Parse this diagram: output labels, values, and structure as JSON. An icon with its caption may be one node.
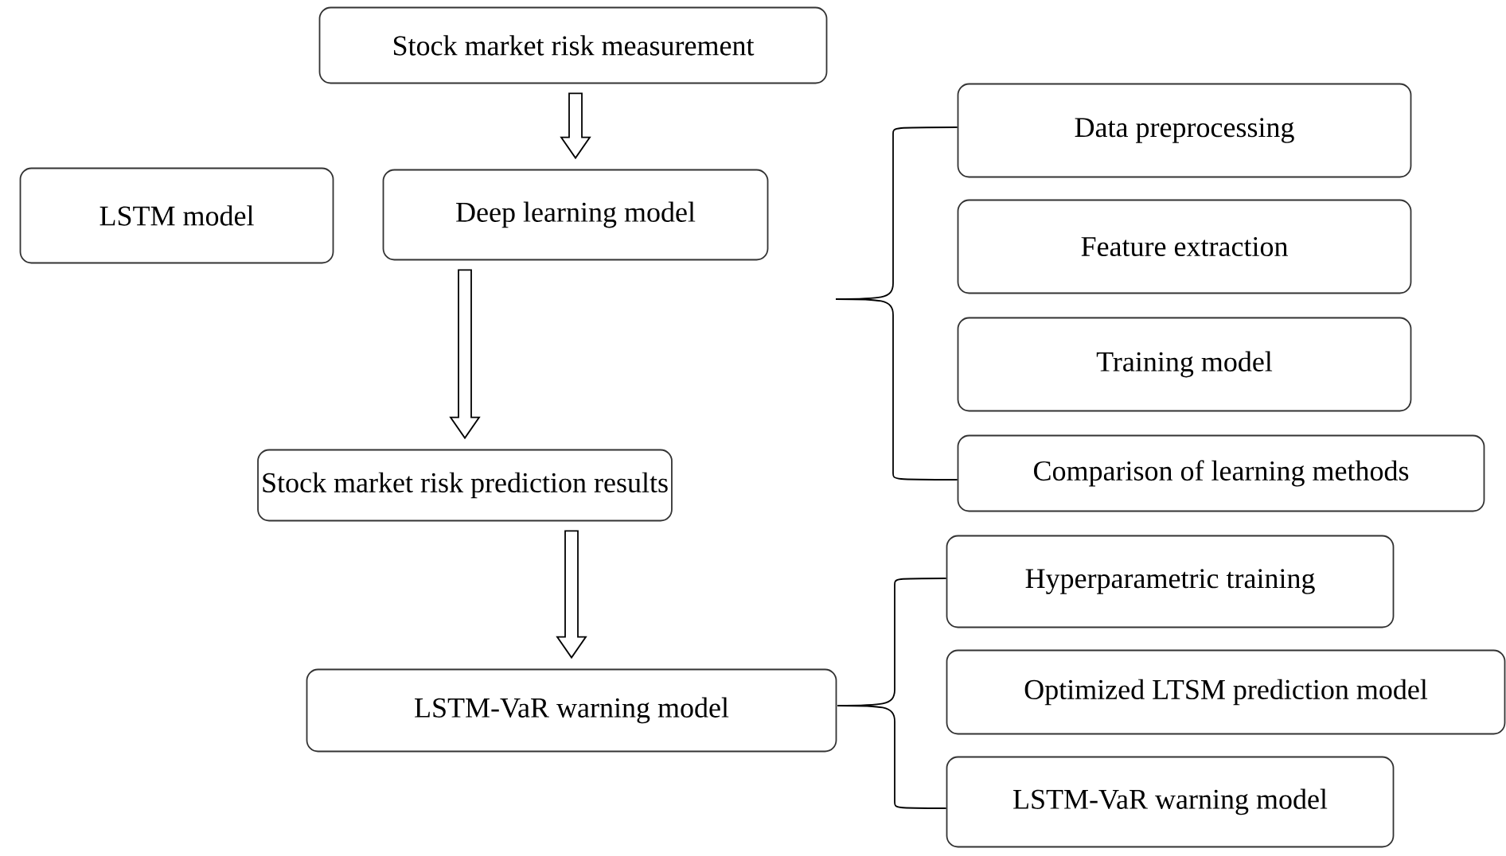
{
  "diagram": {
    "nodes": [
      {
        "text": [
          "Stock market risk measurement"
        ]
      },
      {
        "text": [
          "LSTM model"
        ]
      },
      {
        "text": [
          "Deep learning model"
        ]
      },
      {
        "text": [
          "Stock market risk prediction results"
        ]
      },
      {
        "text": [
          "Data preprocessing"
        ]
      },
      {
        "text": [
          "Feature extraction"
        ]
      },
      {
        "text": [
          "Training model"
        ]
      },
      {
        "text": [
          "Comparison of learning methods"
        ]
      },
      {
        "text": [
          "LSTM-VaR warning model"
        ]
      },
      {
        "text": [
          "Hyperparametric training"
        ]
      },
      {
        "text": [
          "Optimized LTSM prediction model"
        ]
      },
      {
        "text": [
          "LSTM-VaR warning model"
        ]
      }
    ],
    "edges": [
      {
        "from": 0,
        "to": 2,
        "arrow": "to"
      },
      {
        "from": 2,
        "to": 3,
        "arrow": "to"
      },
      {
        "from": 3,
        "to": 8,
        "arrow": "to"
      },
      {
        "from": null,
        "to": 4,
        "arrow": "none"
      },
      {
        "from": null,
        "to": 7,
        "arrow": "none"
      },
      {
        "from": 8,
        "to": 9,
        "arrow": "none"
      },
      {
        "from": 8,
        "to": 11,
        "arrow": "none"
      }
    ]
  }
}
